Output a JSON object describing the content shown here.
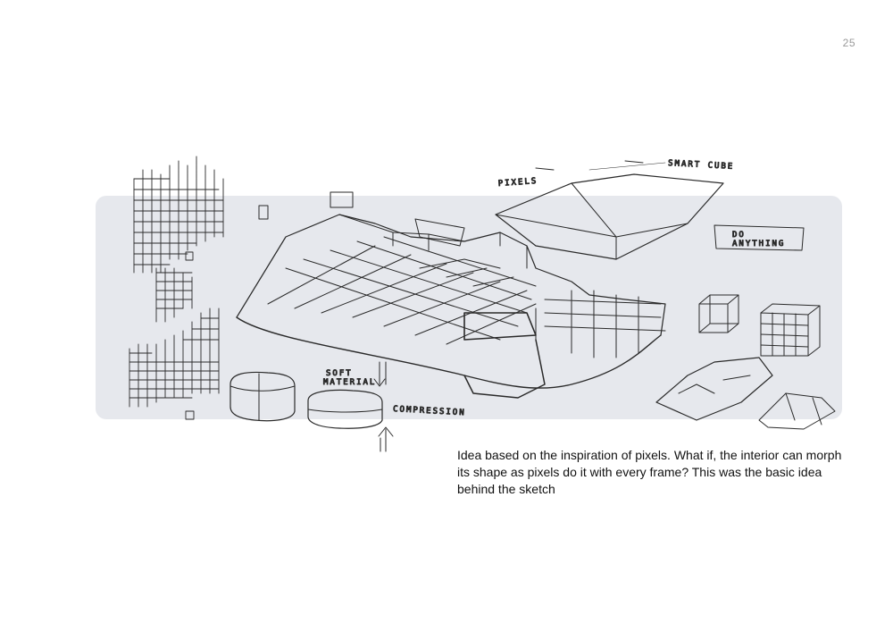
{
  "page": {
    "number": "25"
  },
  "figure": {
    "labels": {
      "pixels": "PIXELS",
      "smart_cube": "SMART CUBE",
      "do_anything_line1": "DO",
      "do_anything_line2": "ANYTHING",
      "soft_material_line1": "SOFT",
      "soft_material_line2": "MATERIAL",
      "compression": "COMPRESSION"
    },
    "colors": {
      "background_panel": "#e6e8ed",
      "ink": "#222222"
    }
  },
  "caption": {
    "text": "Idea based on the inspiration of pixels. What if, the interior can morph its shape as pixels do it with every frame? This was the basic idea behind the sketch"
  }
}
